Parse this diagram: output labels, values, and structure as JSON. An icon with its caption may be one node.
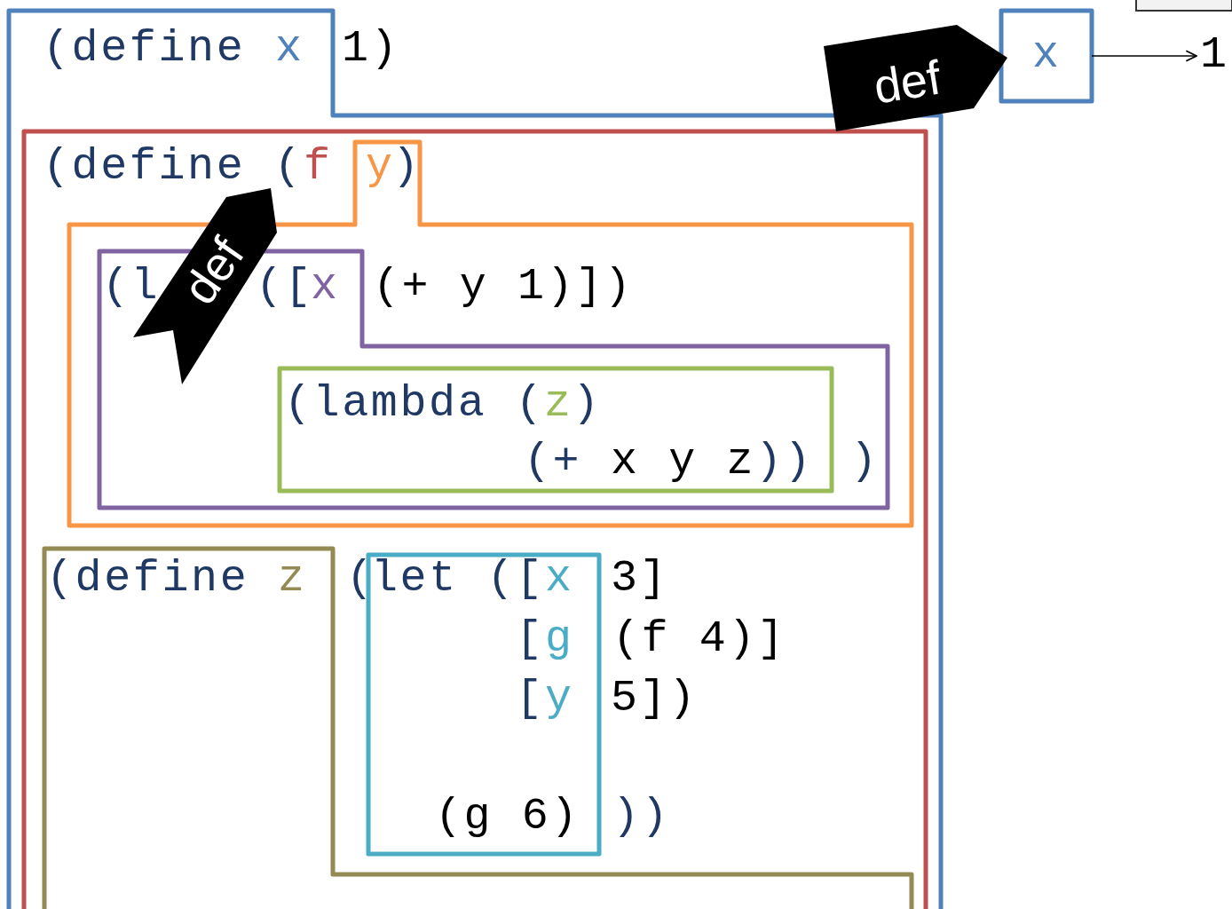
{
  "diagram": {
    "nodes": [
      {
        "text": [
          "(define",
          "x"
        ]
      },
      {
        "text": [
          "(define (",
          "f"
        ],
        "in": 0
      },
      {
        "text": [
          "y",
          ")",
          "(+ y 1)])"
        ],
        "in": 1
      },
      {
        "text": [
          "(l",
          "([",
          "x",
          ")"
        ],
        "in": 2
      },
      {
        "text": [
          "(lambda (",
          "z",
          ")",
          "(+",
          "x y z",
          "))"
        ],
        "in": 3
      },
      {
        "text": [
          "(define",
          "z",
          "(",
          "3]",
          "(f 4)]",
          "5])",
          "))"
        ],
        "in": 1
      },
      {
        "text": [
          "let ([",
          "x",
          "[",
          "g",
          "[",
          "y",
          "(g 6)"
        ],
        "in": 5
      },
      {
        "text": [
          "def"
        ]
      },
      {
        "text": [
          "def"
        ],
        "in": 2
      },
      {
        "text": [
          "x"
        ]
      },
      {
        "text": [
          "1"
        ]
      },
      {
        "text": [],
        "shape": "box"
      }
    ],
    "edges": [
      {
        "from": 9,
        "to": 10,
        "arrow": "to"
      }
    ],
    "labels": [
      "1)"
    ]
  }
}
